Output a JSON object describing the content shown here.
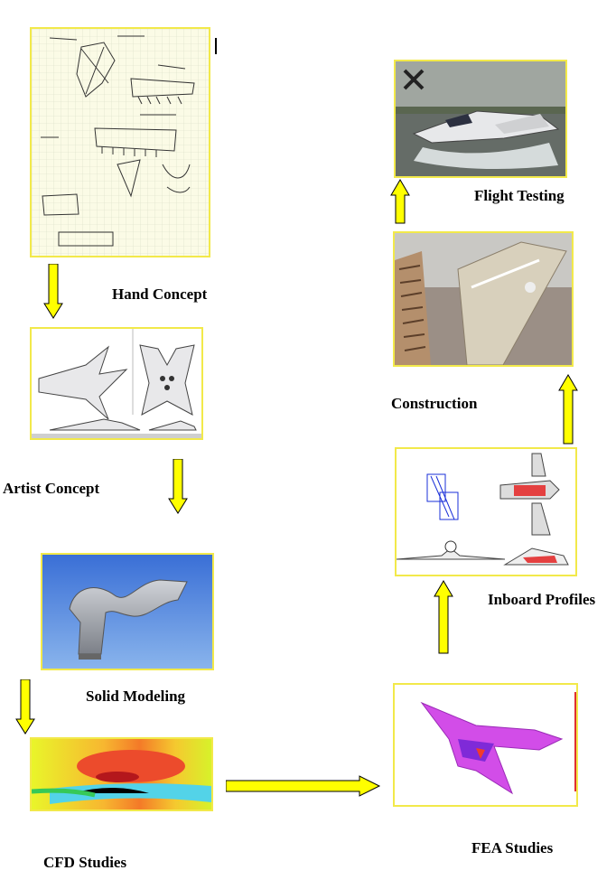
{
  "stages": {
    "hand_concept": "Hand Concept",
    "artist_concept": "Artist Concept",
    "solid_modeling": "Solid Modeling",
    "cfd_studies": "CFD Studies",
    "fea_studies": "FEA Studies",
    "inboard_profiles": "Inboard Profiles",
    "construction": "Construction",
    "flight_testing": "Flight Testing"
  },
  "colors": {
    "arrow_fill": "#ffff00",
    "arrow_stroke": "#000000",
    "frame_border": "#f2e94a"
  }
}
